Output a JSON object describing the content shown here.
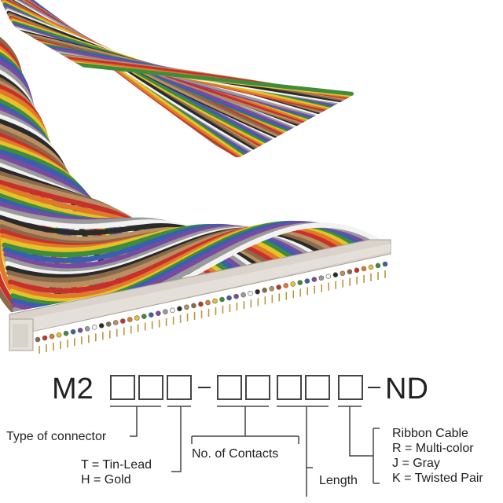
{
  "part_number": {
    "prefix": "M2",
    "suffix": "ND"
  },
  "labels": {
    "type_of_connector": "Type of connector",
    "finish": [
      "T = Tin-Lead",
      "H = Gold"
    ],
    "no_of_contacts": "No. of Contacts",
    "length": "Length",
    "ribbon_cable": [
      "Ribbon Cable",
      "R = Multi-color",
      "J = Gray",
      "K = Twisted Pair"
    ]
  },
  "colors": {
    "wires": [
      "#8a6a4a",
      "#c9302c",
      "#e07a2a",
      "#e6c229",
      "#3c8d3c",
      "#3a5fb0",
      "#7a4aa0",
      "#9a9a9a",
      "#f2f2f2",
      "#2a2a2a",
      "#b98e60"
    ],
    "connector": "#e6e1da",
    "text": "#222222"
  }
}
